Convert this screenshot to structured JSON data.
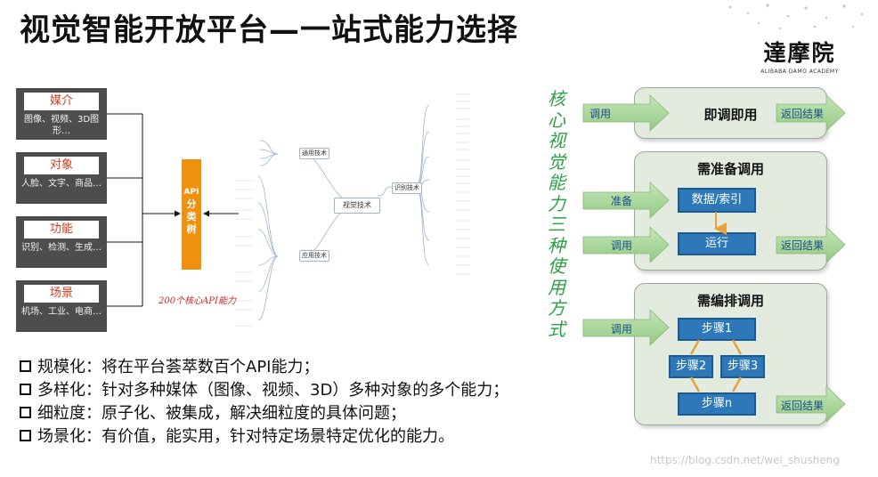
{
  "title": "视觉智能开放平台—一站式能力选择",
  "logo": {
    "main": "達摩院",
    "sub": "ALIBABA DAMO ACADEMY"
  },
  "categories": [
    {
      "label": "媒介",
      "desc": "图像、视频、3D图形…"
    },
    {
      "label": "对象",
      "desc": "人脸、文字、商品…"
    },
    {
      "label": "功能",
      "desc": "识别、检测、生成…"
    },
    {
      "label": "场景",
      "desc": "机场、工业、电商…"
    }
  ],
  "api_tree": {
    "label": "API分类树",
    "note": "200个核心API能力"
  },
  "mindmap": {
    "center": "视觉技术",
    "branches": [
      "通用技术",
      "识别技术",
      "应用技术"
    ]
  },
  "vertical_label": "核心视觉能力三种使用方式",
  "modes": [
    {
      "title": "即调即用",
      "input": "调用",
      "output": "返回结果"
    },
    {
      "title": "需准备调用",
      "inputs": [
        "准备",
        "调用"
      ],
      "steps": [
        "数据/索引",
        "运行"
      ],
      "output": "返回结果"
    },
    {
      "title": "需编排调用",
      "input": "调用",
      "steps": [
        "步骤1",
        "步骤2",
        "步骤3",
        "步骤n"
      ],
      "output": "返回结果"
    }
  ],
  "bullets": [
    {
      "term": "规模化",
      "text": "将在平台荟萃数百个API能力；"
    },
    {
      "term": "多样化",
      "text": "针对多种媒体（图像、视频、3D）多种对象的多个能力；"
    },
    {
      "term": "细粒度",
      "text": "原子化、被集成，解决细粒度的具体问题；"
    },
    {
      "term": "场景化",
      "text": "有价值，能实用，针对特定场景特定优化的能力。"
    }
  ],
  "watermark": "https://blog.csdn.net/wei_shusheng",
  "colors": {
    "arrow_green": "#abd89a",
    "box_blue": "#2d78b9",
    "api_orange": "#f0900f",
    "category_gray": "#4d4d4d",
    "panel_bg": "#e3ebdf"
  }
}
